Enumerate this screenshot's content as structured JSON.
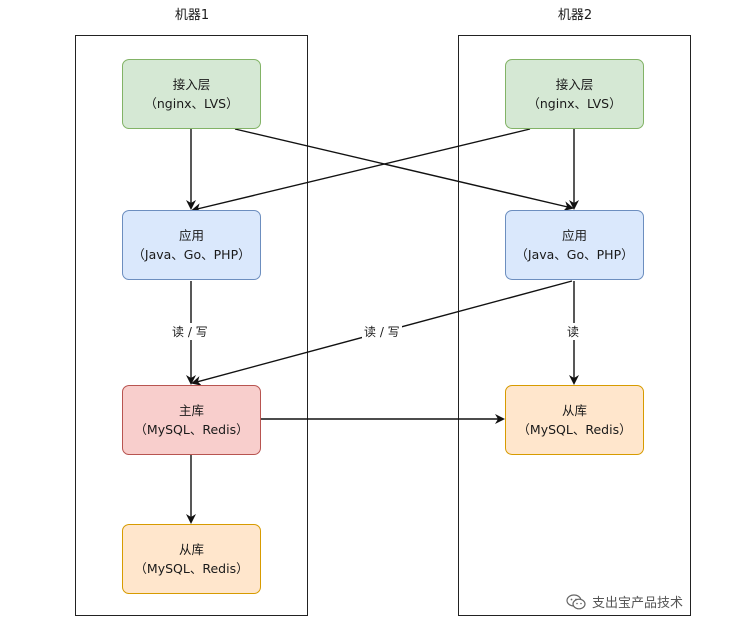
{
  "machines": [
    {
      "title": "机器1"
    },
    {
      "title": "机器2"
    }
  ],
  "nodes": {
    "m1_access": {
      "line1": "接入层",
      "line2": "（nginx、LVS）"
    },
    "m1_app": {
      "line1": "应用",
      "line2": "（Java、Go、PHP）"
    },
    "m1_master": {
      "line1": "主库",
      "line2": "（MySQL、Redis）"
    },
    "m1_slave": {
      "line1": "从库",
      "line2": "（MySQL、Redis）"
    },
    "m2_access": {
      "line1": "接入层",
      "line2": "（nginx、LVS）"
    },
    "m2_app": {
      "line1": "应用",
      "line2": "（Java、Go、PHP）"
    },
    "m2_slave": {
      "line1": "从库",
      "line2": "（MySQL、Redis）"
    }
  },
  "edge_labels": {
    "m1_read_write": "读 / 写",
    "m2_read_write": "读 / 写",
    "m2_read": "读"
  },
  "watermark": {
    "text": "支出宝产品技术",
    "icon": "wechat-icon"
  },
  "colors": {
    "access_fill": "#d5e8d4",
    "app_fill": "#dae8fc",
    "master_fill": "#f8cecc",
    "slave_fill": "#ffe6cc"
  }
}
